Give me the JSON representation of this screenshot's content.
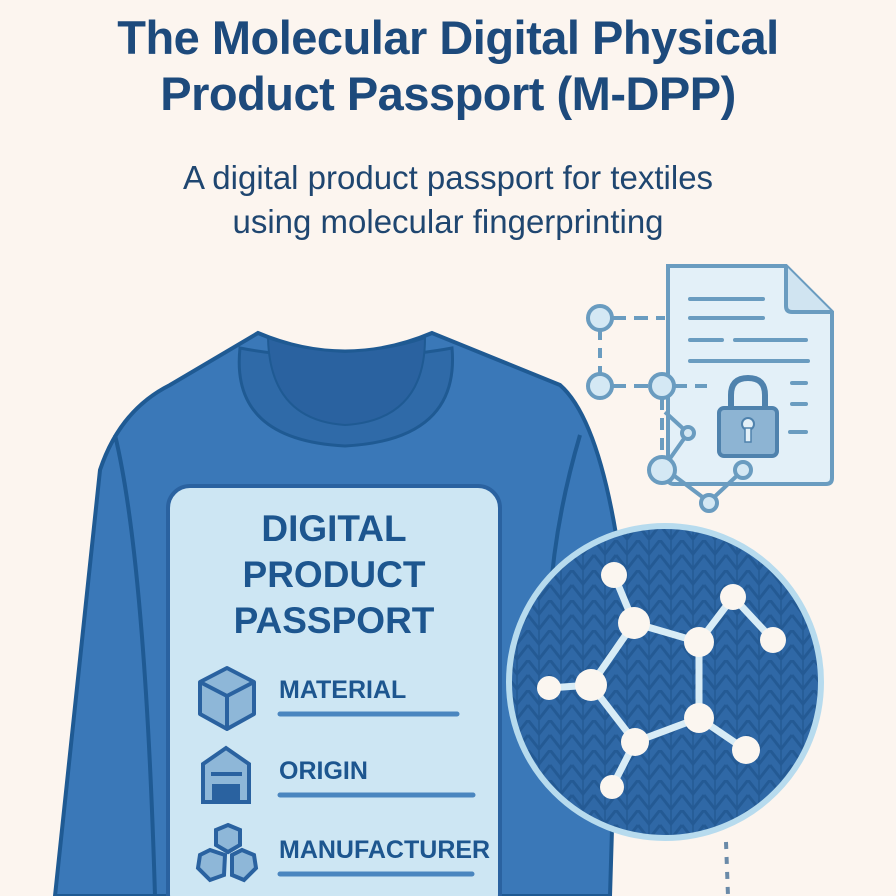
{
  "header": {
    "title_line1": "The Molecular Digital Physical",
    "title_line2": "Product Passport (M-DPP)",
    "subtitle_line1": "A digital product passport for textiles",
    "subtitle_line2": "using molecular fingerprinting"
  },
  "passport_panel": {
    "heading_line1": "DIGITAL",
    "heading_line2": "PRODUCT",
    "heading_line3": "PASSPORT",
    "items": [
      {
        "label": "MATERIAL",
        "icon": "cube-icon"
      },
      {
        "label": "ORIGIN",
        "icon": "factory-icon"
      },
      {
        "label": "MANUFACTURER",
        "icon": "cluster-icon"
      }
    ]
  },
  "illustrations": {
    "garment": "sweater",
    "document": "locked-document-icon",
    "magnifier": "molecule-on-knit-fabric"
  },
  "colors": {
    "background": "#fcf5ef",
    "title": "#1d4a7c",
    "sweater": "#3a78b8",
    "sweater_outline": "#1f5a93",
    "panel": "#cde6f3",
    "panel_text": "#1d568f",
    "doc_fill": "#e3f0f8",
    "doc_stroke": "#6a9cc0"
  }
}
